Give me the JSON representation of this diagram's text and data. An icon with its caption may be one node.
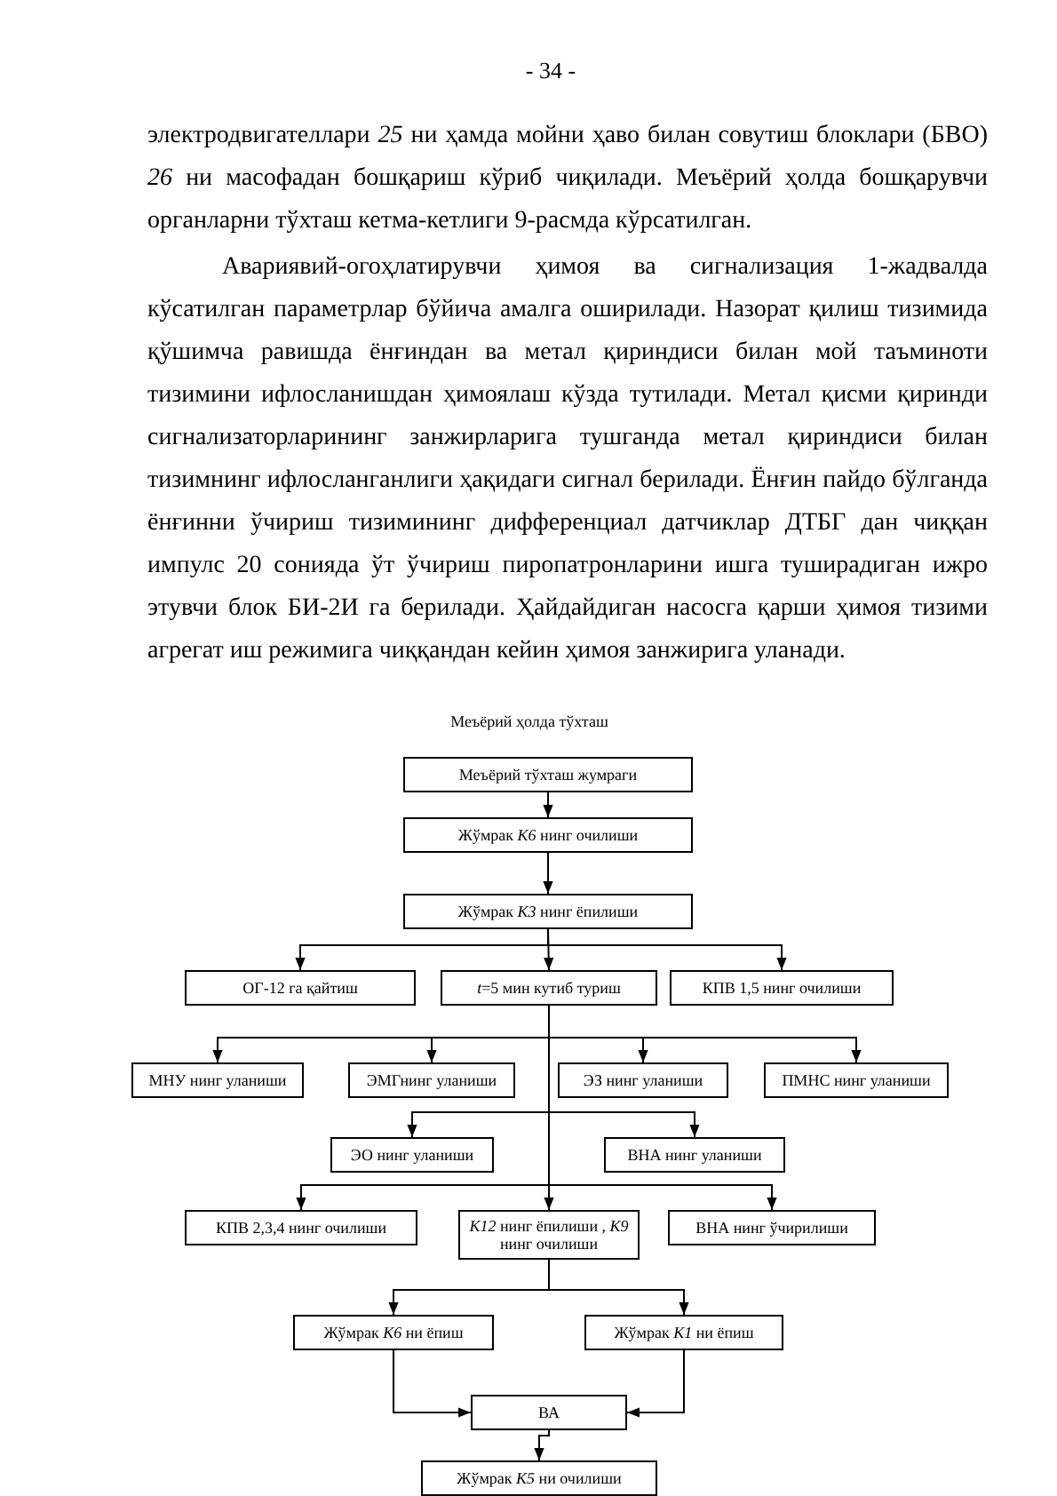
{
  "diagram": {
    "title": "Меъёрий ҳолда тўхташ",
    "nodes": [
      {
        "text": [
          "Меъёрий тўхташ  жумраги"
        ]
      },
      {
        "text": [
          "Жўмрак *К6* нинг очилиши"
        ]
      },
      {
        "text": [
          "Жўмрак *К3* нинг ёпилиши"
        ]
      },
      {
        "text": [
          "ОГ-12 га қайтиш"
        ]
      },
      {
        "text": [
          "*t*=5 мин кутиб туриш"
        ]
      },
      {
        "text": [
          "КПВ 1,5 нинг очилиши"
        ]
      },
      {
        "text": [
          "МНУ нинг уланиши"
        ]
      },
      {
        "text": [
          "ЭМГнинг уланиши"
        ]
      },
      {
        "text": [
          "ЭЗ нинг уланиши"
        ]
      },
      {
        "text": [
          "ПМНС нинг уланиши"
        ]
      },
      {
        "text": [
          "ЭО нинг уланиши"
        ]
      },
      {
        "text": [
          "ВНА нинг уланиши"
        ]
      },
      {
        "text": [
          "КПВ 2,3,4 нинг очилиши"
        ]
      },
      {
        "text": [
          "*К12* нинг ёпилиши , *К9* нинг очилиши"
        ]
      },
      {
        "text": [
          "ВНА нинг ўчирилиши"
        ]
      },
      {
        "text": [
          "Жўмрак *К6* ни ёпиш"
        ]
      },
      {
        "text": [
          "Жўмрак *К1* ни ёпиш"
        ]
      },
      {
        "text": [
          "ВА"
        ]
      },
      {
        "text": [
          "Жўмрак *К5* ни очилиши"
        ]
      }
    ],
    "edges": [
      {
        "from": 0,
        "to": 1,
        "arrow": "to"
      },
      {
        "from": 1,
        "to": 2,
        "arrow": "to"
      },
      {
        "from": 2,
        "to": 3,
        "arrow": "to"
      },
      {
        "from": 2,
        "to": 4,
        "arrow": "to"
      },
      {
        "from": 2,
        "to": 5,
        "arrow": "to"
      },
      {
        "from": 4,
        "to": 6,
        "arrow": "to"
      },
      {
        "from": 4,
        "to": 7,
        "arrow": "to"
      },
      {
        "from": 4,
        "to": 8,
        "arrow": "to"
      },
      {
        "from": 4,
        "to": 9,
        "arrow": "to"
      },
      {
        "from": 4,
        "to": 10,
        "arrow": "to"
      },
      {
        "from": 4,
        "to": 11,
        "arrow": "to"
      },
      {
        "from": 4,
        "to": 12,
        "arrow": "to"
      },
      {
        "from": 4,
        "to": 13,
        "arrow": "to"
      },
      {
        "from": 4,
        "to": 14,
        "arrow": "to"
      },
      {
        "from": 13,
        "to": 15,
        "arrow": "to"
      },
      {
        "from": 13,
        "to": 16,
        "arrow": "to"
      },
      {
        "from": 15,
        "to": 17,
        "arrow": "to"
      },
      {
        "from": 16,
        "to": 17,
        "arrow": "to"
      },
      {
        "from": 17,
        "to": 18,
        "arrow": "to"
      }
    ],
    "labels": [
      "- 34 -",
      "электродвигателлари *25* ни ҳамда мойни ҳаво билан совутиш блоклари (БВО) *26* ни масофадан бошқариш кўриб чиқилади. Меъёрий ҳолда бошқарувчи органларни тўхташ кетма-кетлиги 9-расмда кўрсатилган.",
      "Авариявий-огоҳлатирувчи ҳимоя ва сигнализация 1-жадвалда кўсатилган параметрлар бўйича амалга оширилади. Назорат қилиш тизимида қўшимча равишда ёнғиндан ва метал қириндиси билан мой таъминоти тизимини ифлосланишдан ҳимоялаш кўзда тутилади. Метал қисми қиринди сигнализаторларининг занжирларига тушганда метал қириндиси билан тизимнинг ифлосланганлиги ҳақидаги сигнал берилади. Ёнғин пайдо бўлганда ёнғинни ўчириш тизимининг дифференциал датчиклар ДТБГ дан чиққан импулс 20 сонияда ўт ўчириш пиропатронларини ишга туширадиган ижро этувчи блок БИ-2И га берилади. Ҳайдайдиган насосга қарши ҳимоя тизими агрегат иш режимига чиққандан кейин ҳимоя занжирига уланади."
    ]
  }
}
